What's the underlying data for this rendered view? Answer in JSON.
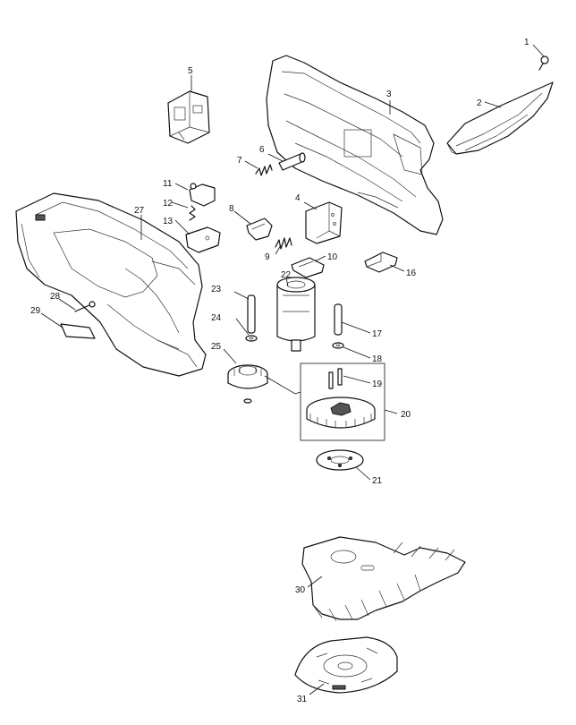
{
  "diagram": {
    "callouts": [
      "1",
      "2",
      "3",
      "4",
      "5",
      "6",
      "7",
      "8",
      "9",
      "10",
      "11",
      "12",
      "13",
      "16",
      "17",
      "18",
      "19",
      "20",
      "21",
      "22",
      "23",
      "24",
      "25",
      "27",
      "28",
      "29",
      "30",
      "31"
    ]
  }
}
